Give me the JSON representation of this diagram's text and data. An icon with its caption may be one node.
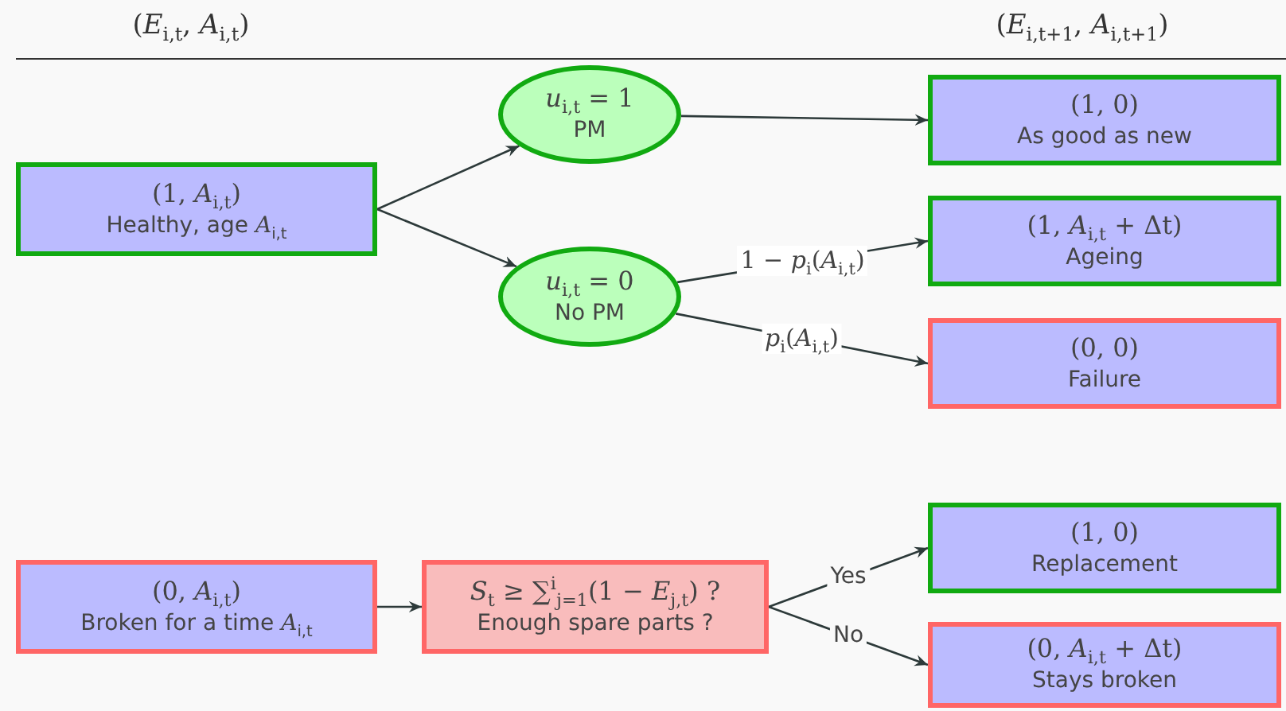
{
  "diagram": {
    "nodes": [
      {
        "text": [
          "(1, *A*$_{i,t}$)",
          "Healthy, age *A*$_{i,t}$"
        ]
      },
      {
        "text": [
          "*u*$_{i,t}$ = 1",
          "PM"
        ]
      },
      {
        "text": [
          "*u*$_{i,t}$ = 0",
          "No PM"
        ]
      },
      {
        "text": [
          "(1, 0)",
          "As good as new"
        ]
      },
      {
        "text": [
          "(1, *A*$_{i,t}$ + Δt)",
          "Ageing"
        ]
      },
      {
        "text": [
          "(0, 0)",
          "Failure"
        ]
      },
      {
        "text": [
          "(0, *A*$_{i,t}$)",
          "Broken for a time *A*$_{i,t}$"
        ]
      },
      {
        "text": [
          "*S*$_{t}$ ≥ ∑$^{i}$$_{j=1}$(1 − *E*$_{j,t}$) ?",
          "Enough spare parts ?"
        ]
      },
      {
        "text": [
          "(1, 0)",
          "Replacement"
        ]
      },
      {
        "text": [
          "(0, *A*$_{i,t}$ + Δt)",
          "Stays broken"
        ]
      }
    ],
    "edges": [
      {
        "from": 0,
        "to": 1,
        "arrow": "to"
      },
      {
        "from": 0,
        "to": 2,
        "arrow": "to"
      },
      {
        "from": 1,
        "to": 3,
        "arrow": "to"
      },
      {
        "from": 2,
        "to": 4,
        "arrow": "to",
        "label": "1 − *p*$_{i}$(*A*$_{i,t}$)"
      },
      {
        "from": 2,
        "to": 5,
        "arrow": "to",
        "label": "*p*$_{i}$(*A*$_{i,t}$)"
      },
      {
        "from": 6,
        "to": 7,
        "arrow": "to"
      },
      {
        "from": 7,
        "to": 8,
        "arrow": "to",
        "label": "Yes"
      },
      {
        "from": 7,
        "to": 9,
        "arrow": "to",
        "label": "No"
      }
    ],
    "labels": [
      "(*E*$_{i,t}$, *A*$_{i,t}$)",
      "(*E*$_{i,t+1}$, *A*$_{i,t+1}$)"
    ]
  }
}
